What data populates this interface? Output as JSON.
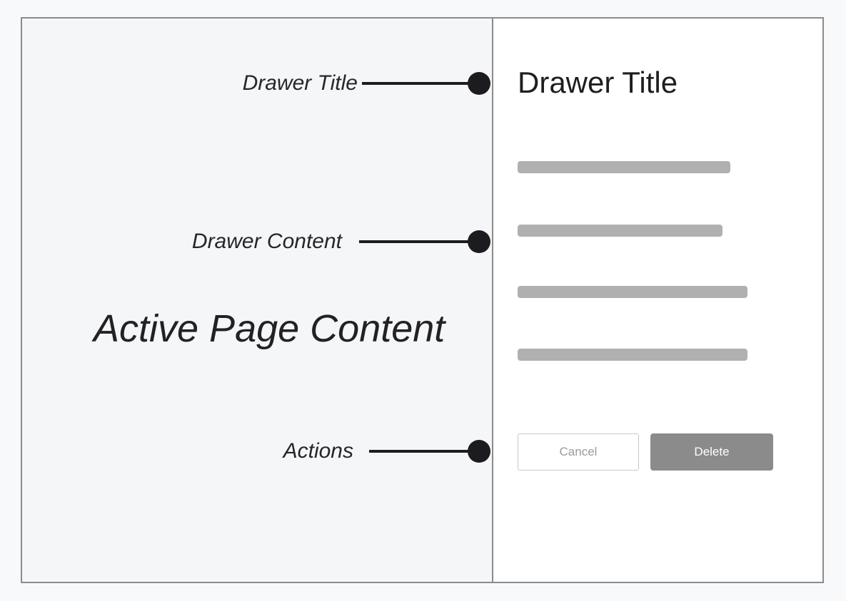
{
  "diagram": {
    "annotations": [
      {
        "label": "Drawer Title"
      },
      {
        "label": "Drawer Content"
      },
      {
        "label": "Actions"
      }
    ],
    "page_label": "Active Page Content"
  },
  "drawer": {
    "title": "Drawer Title",
    "bars": [
      {
        "css": "top:200px;width:298px"
      },
      {
        "css": "top:289px;width:287px"
      },
      {
        "css": "top:375px;width:322px"
      },
      {
        "css": "top:463px;width:322px"
      }
    ],
    "actions": {
      "cancel_label": "Cancel",
      "delete_label": "Delete"
    }
  },
  "colors": {
    "frame_border": "#8b8b8b",
    "page_panel_bg": "#f5f6f8",
    "drawer_bg": "#ffffff",
    "placeholder_bar": "#b0b0b0",
    "annotation_ink": "#1c1c20",
    "delete_button_bg": "#8b8b8b",
    "cancel_button_border": "#c9c9c9",
    "cancel_button_text": "#9a9a9a"
  }
}
